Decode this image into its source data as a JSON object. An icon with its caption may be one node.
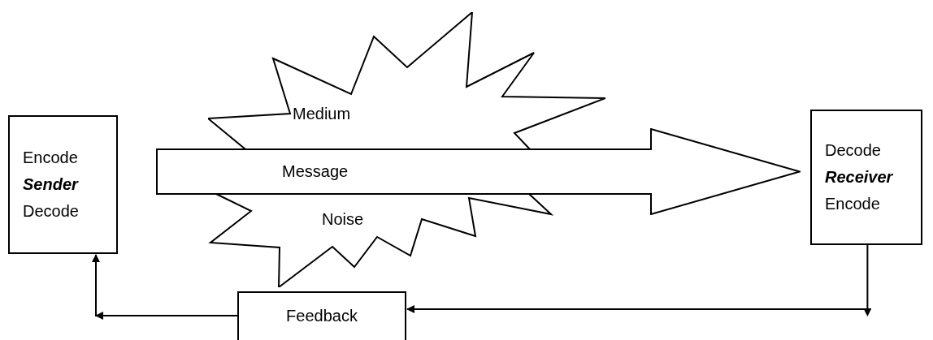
{
  "diagram": {
    "nodes": [
      {
        "text": [
          "Encode",
          "Sender",
          "Decode"
        ]
      },
      {
        "text": [
          "Medium",
          "Noise"
        ]
      },
      {
        "text": [
          "Message"
        ]
      },
      {
        "text": [
          "Decode",
          "Receiver",
          "Encode"
        ]
      },
      {
        "text": [
          "Feedback"
        ]
      }
    ],
    "edges": [
      {
        "from": 3,
        "to": 4,
        "arrow": "to"
      },
      {
        "from": 4,
        "to": 0,
        "arrow": "to"
      }
    ]
  }
}
